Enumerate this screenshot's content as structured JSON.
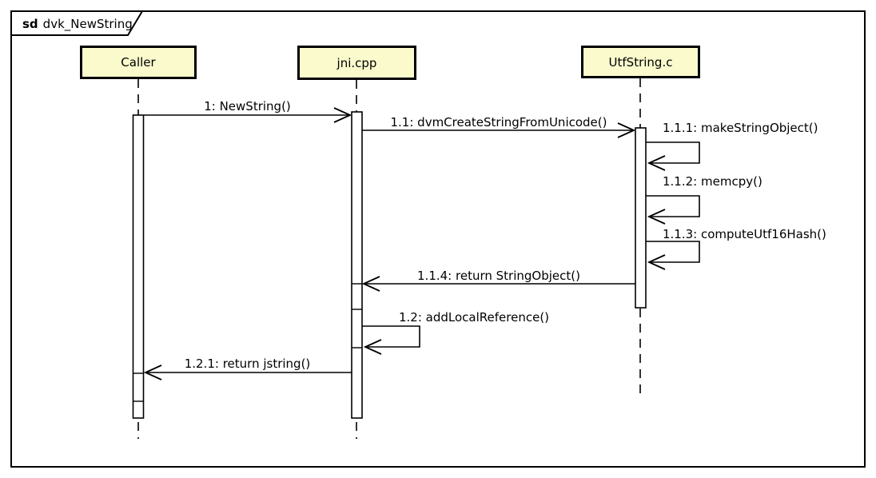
{
  "frame": {
    "operator": "sd",
    "title": "dvk_NewString"
  },
  "lifelines": [
    {
      "name": "Caller"
    },
    {
      "name": "jni.cpp"
    },
    {
      "name": "UtfString.c"
    }
  ],
  "messages": [
    {
      "id": "1",
      "label": "1: NewString()",
      "from": "Caller",
      "to": "jni.cpp",
      "kind": "call"
    },
    {
      "id": "1.1",
      "label": "1.1: dvmCreateStringFromUnicode()",
      "from": "jni.cpp",
      "to": "UtfString.c",
      "kind": "call"
    },
    {
      "id": "1.1.1",
      "label": "1.1.1: makeStringObject()",
      "from": "UtfString.c",
      "to": "UtfString.c",
      "kind": "self-call"
    },
    {
      "id": "1.1.2",
      "label": "1.1.2: memcpy()",
      "from": "UtfString.c",
      "to": "UtfString.c",
      "kind": "self-call"
    },
    {
      "id": "1.1.3",
      "label": "1.1.3: computeUtf16Hash()",
      "from": "UtfString.c",
      "to": "UtfString.c",
      "kind": "self-call"
    },
    {
      "id": "1.1.4",
      "label": "1.1.4: return StringObject()",
      "from": "UtfString.c",
      "to": "jni.cpp",
      "kind": "return"
    },
    {
      "id": "1.2",
      "label": "1.2: addLocalReference()",
      "from": "jni.cpp",
      "to": "jni.cpp",
      "kind": "self-call"
    },
    {
      "id": "1.2.1",
      "label": "1.2.1: return jstring()",
      "from": "jni.cpp",
      "to": "Caller",
      "kind": "return"
    }
  ],
  "colors": {
    "lifeline_head_fill": "#FAFACD",
    "stroke": "#000000",
    "background": "#FFFFFF"
  }
}
